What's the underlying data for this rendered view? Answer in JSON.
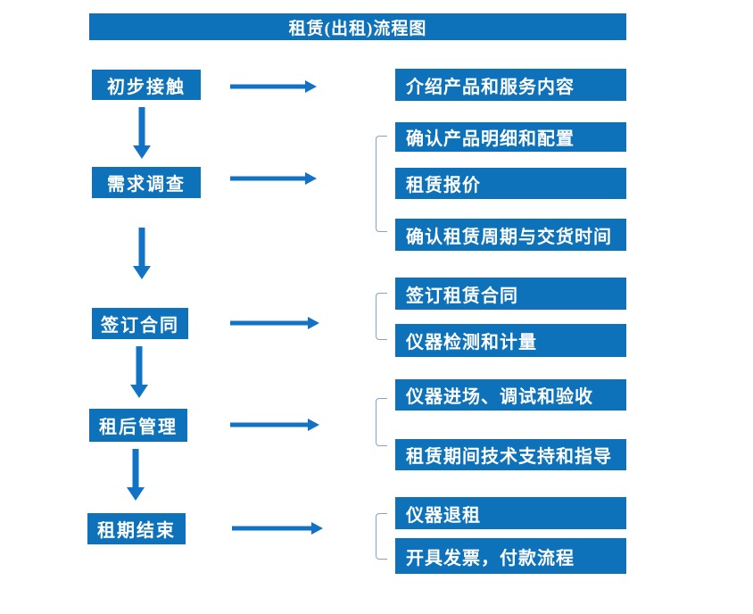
{
  "title": "租赁(出租)流程图",
  "colors": {
    "box_blue": "#0d72ba",
    "arrow_blue": "#1273c5",
    "bracket_blue": "#84a3c8",
    "text_white": "#ffffff",
    "background": "#ffffff"
  },
  "steps": [
    {
      "label": "初步接触",
      "outputs": [
        "介绍产品和服务内容"
      ]
    },
    {
      "label": "需求调查",
      "outputs": [
        "确认产品明细和配置",
        "租赁报价",
        "确认租赁周期与交货时间"
      ]
    },
    {
      "label": "签订合同",
      "outputs": [
        "签订租赁合同",
        "仪器检测和计量"
      ]
    },
    {
      "label": "租后管理",
      "outputs": [
        "仪器进场、调试和验收",
        "租赁期间技术支持和指导"
      ]
    },
    {
      "label": "租期结束",
      "outputs": [
        "仪器退租",
        "开具发票，付款流程"
      ]
    }
  ]
}
